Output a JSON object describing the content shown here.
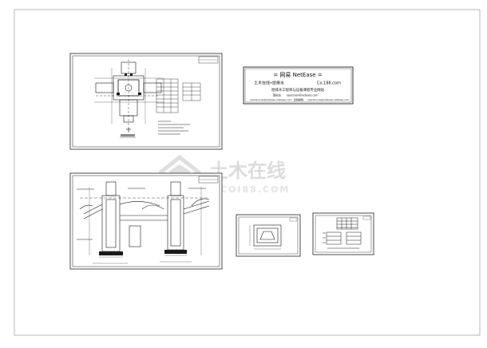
{
  "title_block": {
    "line1": "= 网易 NetEase =",
    "line2_left": "土木在线•给排水",
    "line2_right": "Co.188.com",
    "line3": "给排水工程师与设备课程专业网站",
    "line4_label": "联系站:",
    "line4_value": "openzoon@netease.com",
    "line5_left": "openzoonw@netease.netease.com",
    "line5_label": "投稿邮箱:",
    "line5_right": "openzoonw@netease.netease.com"
  },
  "watermark": {
    "main": "土木在线",
    "sub": "COI88.COM"
  },
  "colors": {
    "line": "#1a1a1a",
    "frame": "#555555",
    "watermark": "#d9d9d9"
  }
}
